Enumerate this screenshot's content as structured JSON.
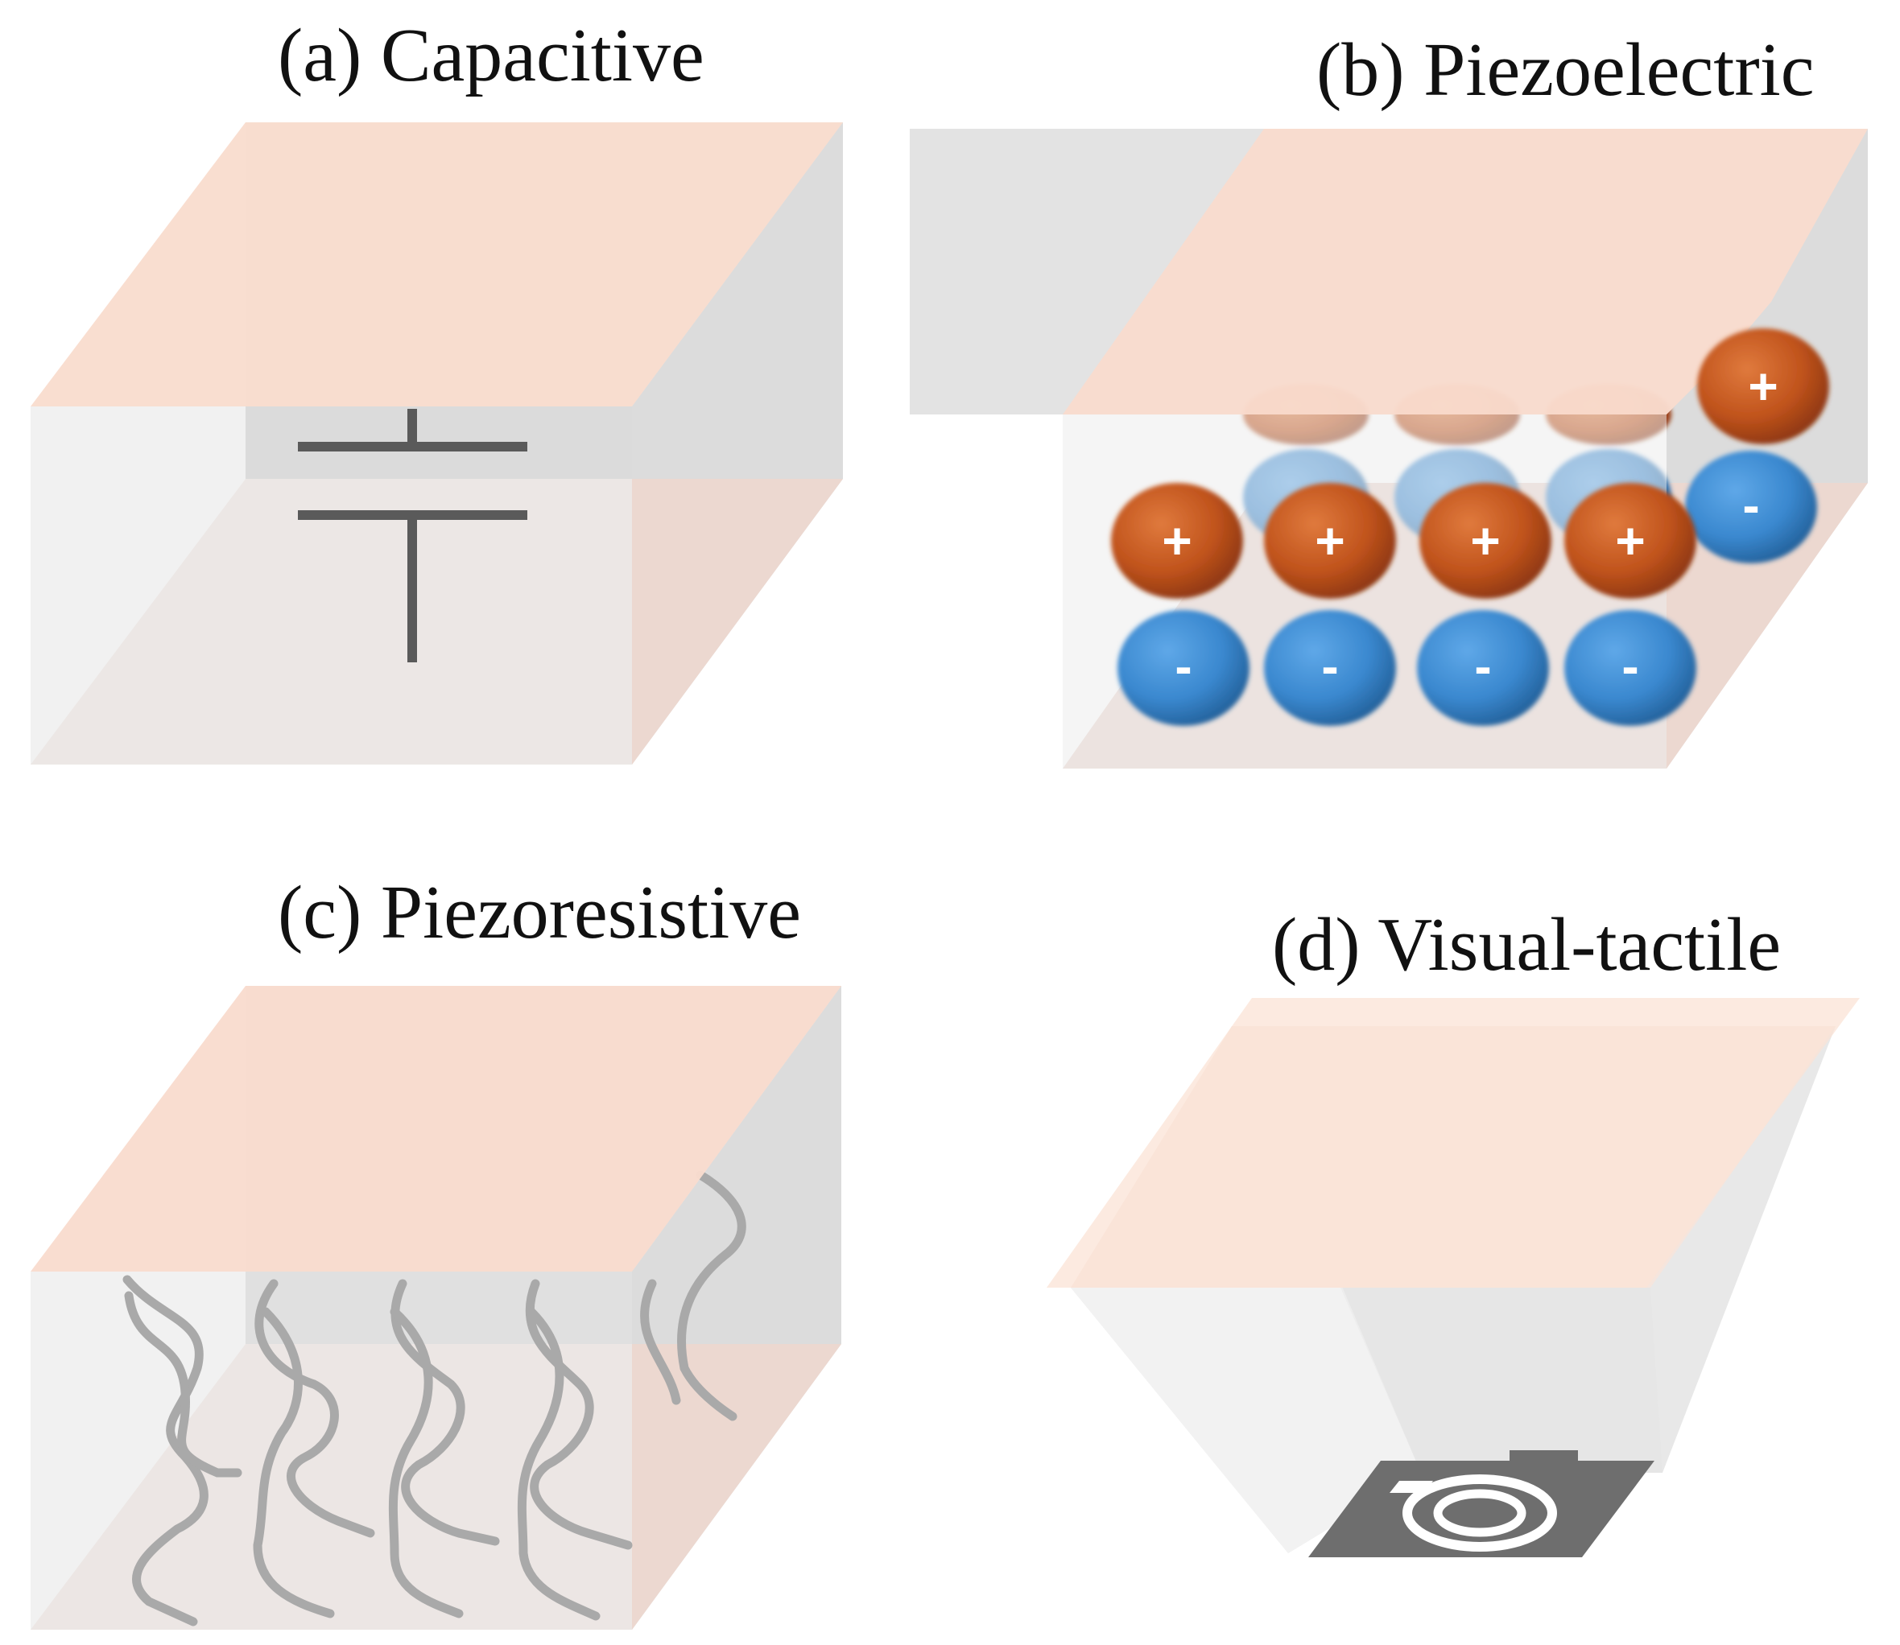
{
  "panels": [
    {
      "id": "a",
      "title": "(a) Capacitive"
    },
    {
      "id": "b",
      "title": "(b) Piezoelectric"
    },
    {
      "id": "c",
      "title": "(c) Piezoresistive"
    },
    {
      "id": "d",
      "title": "(d) Visual-tactile"
    }
  ],
  "charges": {
    "positive": "+",
    "negative": "-"
  },
  "colors": {
    "plate": "#f9dcce",
    "bottom_plate": "#ecd8d0",
    "box_front": "#ececec",
    "box_side": "#dcdcdc",
    "positive_ion": "#c0531c",
    "negative_ion": "#3a88cf",
    "fiber": "#a9a9a9",
    "capacitor_symbol": "#5a5a5a",
    "camera": "#6e6e6e"
  },
  "icons": [
    "capacitor-symbol-icon",
    "camera-icon"
  ]
}
